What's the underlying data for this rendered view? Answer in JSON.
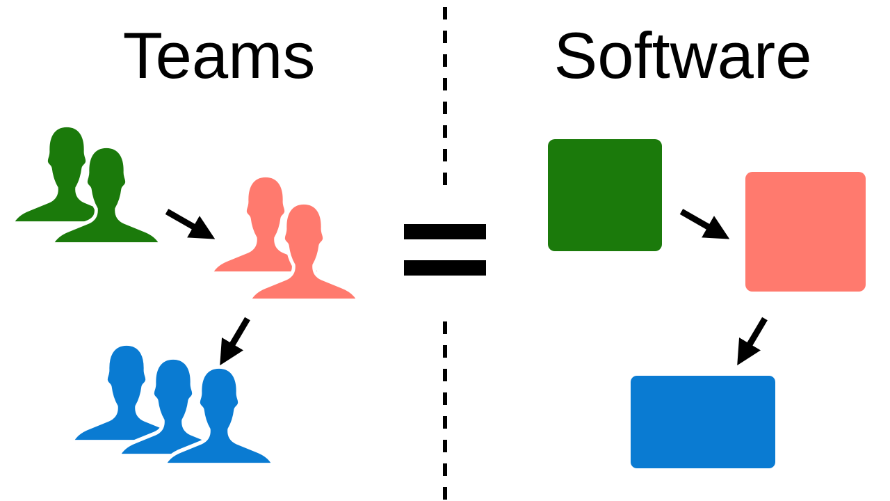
{
  "titles": {
    "left": "Teams",
    "right": "Software"
  },
  "colors": {
    "background": "#ffffff",
    "team_1": "#1b7a0b",
    "team_2": "#ff7a6e",
    "team_3": "#0a7bd2",
    "arrow": "#000000",
    "divider": "#000000",
    "equals": "#000000"
  },
  "teams": [
    {
      "id": "team-1",
      "members": 2,
      "color_key": "team_1"
    },
    {
      "id": "team-2",
      "members": 2,
      "color_key": "team_2"
    },
    {
      "id": "team-3",
      "members": 3,
      "color_key": "team_3"
    }
  ],
  "software": [
    {
      "id": "module-1",
      "color_key": "team_1"
    },
    {
      "id": "module-2",
      "color_key": "team_2"
    },
    {
      "id": "module-3",
      "color_key": "team_3"
    }
  ],
  "relation_symbol": "equals-sign",
  "icons": [
    "person-silhouette-icon",
    "arrow-icon"
  ]
}
